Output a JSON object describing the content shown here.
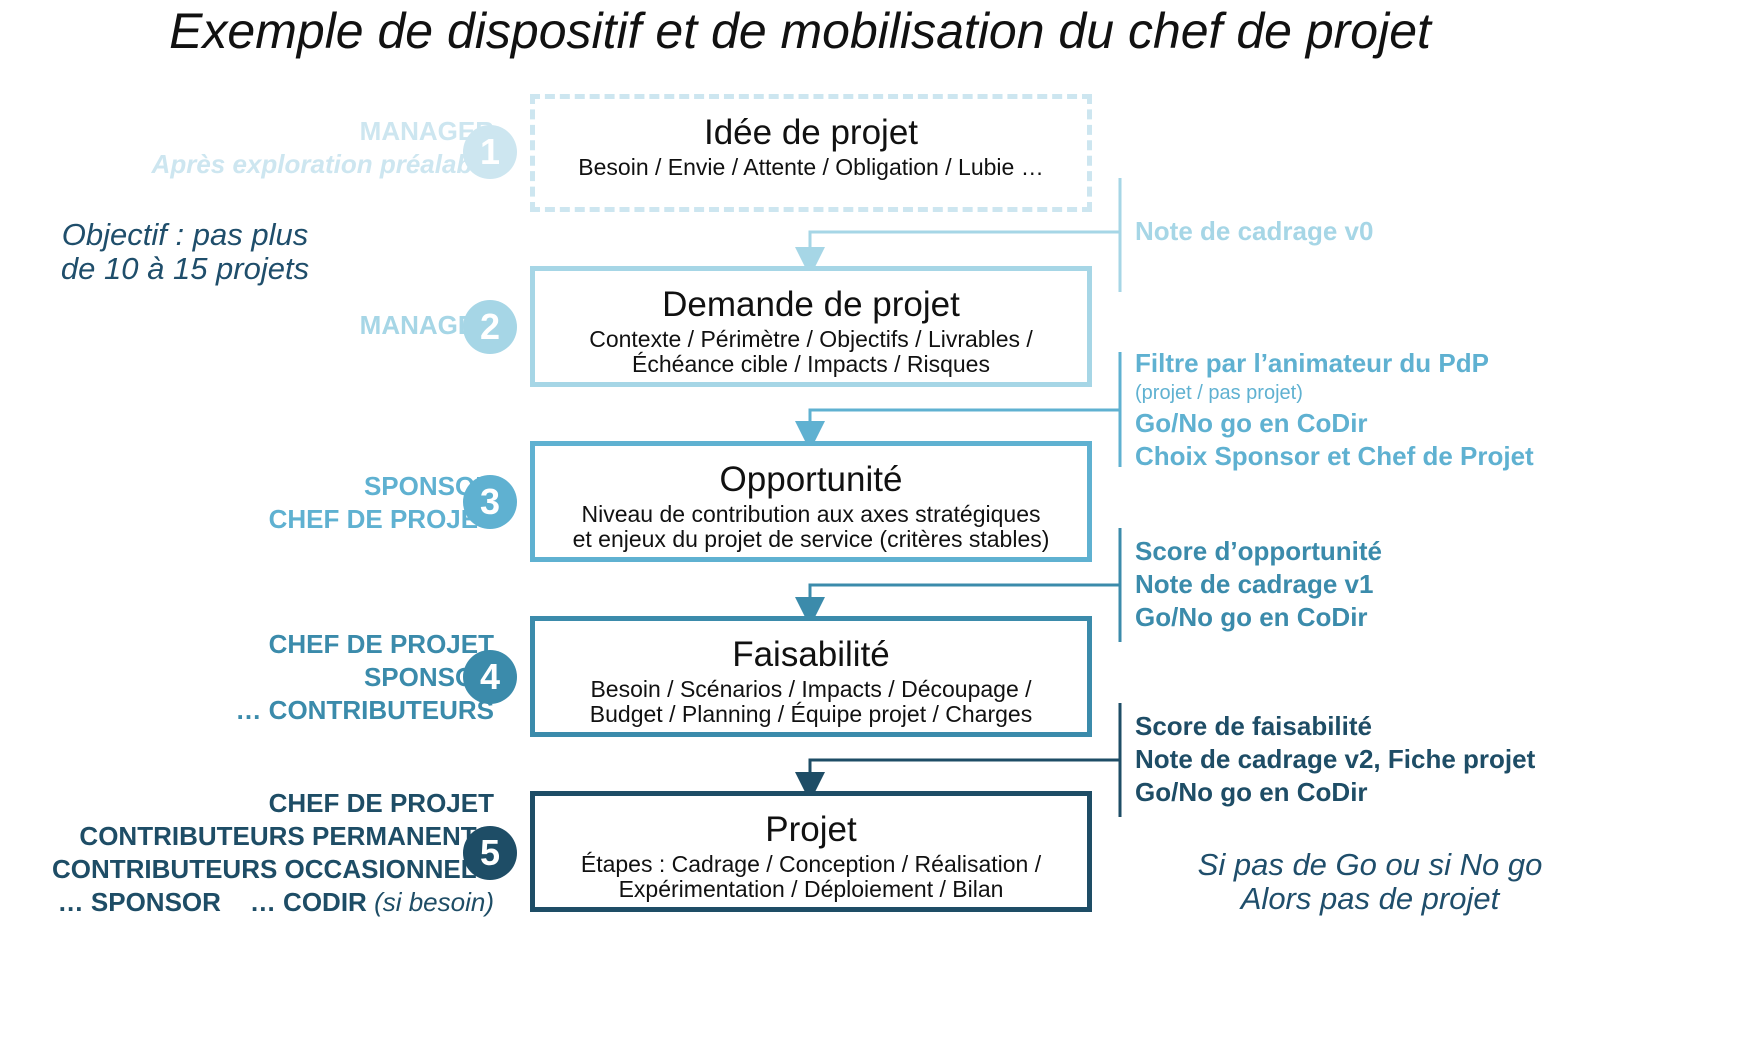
{
  "title": "Exemple de dispositif et de mobilisation du chef de projet",
  "objectif": [
    "Objectif : pas plus",
    "de 10 à 15 projets"
  ],
  "conclusion": [
    "Si pas de Go ou si No go",
    "Alors pas de projet"
  ],
  "colors": {
    "step1": "#cde6f0",
    "step2": "#a6d6e6",
    "step3": "#5fb1d1",
    "step4": "#3b8bab",
    "step5": "#1e4d66"
  },
  "steps": [
    {
      "number": "1",
      "roles": [
        "MANAGER"
      ],
      "role_note": "Après exploration préalable",
      "box_title": "Idée de projet",
      "box_desc": [
        "Besoin / Envie / Attente / Obligation / Lubie …"
      ]
    },
    {
      "number": "2",
      "roles": [
        "MANAGER"
      ],
      "box_title": "Demande de projet",
      "box_desc": [
        "Contexte / Périmètre / Objectifs / Livrables /",
        "Échéance cible / Impacts / Risques"
      ]
    },
    {
      "number": "3",
      "roles": [
        "SPONSOR",
        "CHEF DE PROJET"
      ],
      "box_title": "Opportunité",
      "box_desc": [
        "Niveau de contribution aux axes stratégiques",
        "et enjeux du projet de service (critères stables)"
      ]
    },
    {
      "number": "4",
      "roles": [
        "CHEF DE PROJET",
        "SPONSOR",
        "… CONTRIBUTEURS"
      ],
      "box_title": "Faisabilité",
      "box_desc": [
        "Besoin / Scénarios / Impacts / Découpage /",
        "Budget / Planning / Équipe projet / Charges"
      ]
    },
    {
      "number": "5",
      "roles": [
        "CHEF DE PROJET",
        "CONTRIBUTEURS PERMANENTS",
        "CONTRIBUTEURS OCCASIONNELS"
      ],
      "role_last": {
        "a": "… SPONSOR",
        "b": "… CODIR",
        "c": "(si besoin)"
      },
      "box_title": "Projet",
      "box_desc": [
        "Étapes : Cadrage / Conception / Réalisation /",
        "Expérimentation / Déploiement / Bilan"
      ]
    }
  ],
  "transitions": [
    {
      "lines": [
        "Note de cadrage v0"
      ]
    },
    {
      "lines": [
        "Filtre par l’animateur du PdP",
        "(projet / pas projet)",
        "Go/No go en CoDir",
        "Choix Sponsor et Chef de Projet"
      ]
    },
    {
      "lines": [
        "Score d’opportunité",
        "Note de cadrage v1",
        "Go/No go en CoDir"
      ]
    },
    {
      "lines": [
        "Score de faisabilité",
        "Note de cadrage v2, Fiche projet",
        "Go/No go en CoDir"
      ]
    }
  ]
}
